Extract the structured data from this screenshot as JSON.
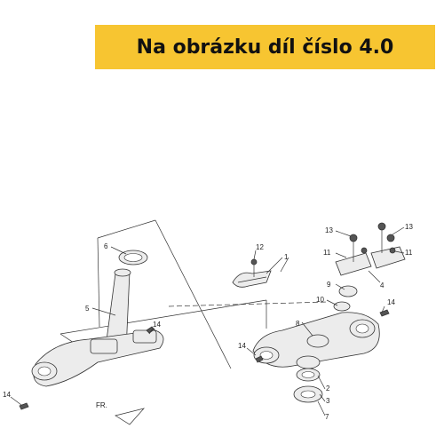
{
  "banner": {
    "text": "Na obrázku díl číslo 4.0",
    "background": "#f7c531"
  },
  "callouts": {
    "c1": "1",
    "c2": "2",
    "c3": "3",
    "c4": "4",
    "c5": "5",
    "c6": "6",
    "c7": "7",
    "c8": "8",
    "c9": "9",
    "c10": "10",
    "c11a": "11",
    "c11b": "11",
    "c12": "12",
    "c13a": "13",
    "c13b": "13",
    "c14a": "14",
    "c14b": "14",
    "c14c": "14",
    "c14d": "14"
  },
  "direction_label": "FR."
}
